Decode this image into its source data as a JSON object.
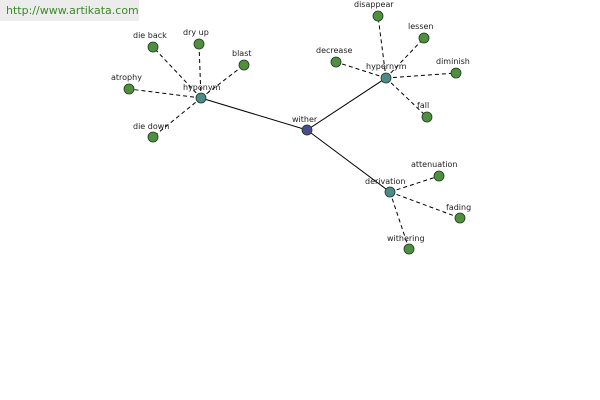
{
  "source": {
    "url": "http://www.artikata.com"
  },
  "graph": {
    "colors": {
      "edge": "#000000",
      "root_node": "#4b4b8f",
      "relation_node": "#4f8a8a",
      "leaf_node": "#4f8f3f",
      "node_stroke": "#1e3a1e"
    },
    "root": {
      "label": "wither"
    },
    "relations": [
      {
        "key": "hyponym",
        "label": "hyponym",
        "leaves": [
          "die back",
          "dry up",
          "blast",
          "atrophy",
          "die down"
        ]
      },
      {
        "key": "hypernym",
        "label": "hypernym",
        "leaves": [
          "disappear",
          "lessen",
          "decrease",
          "diminish",
          "fall"
        ]
      },
      {
        "key": "derivation",
        "label": "derivation",
        "leaves": [
          "attenuation",
          "fading",
          "withering"
        ]
      }
    ]
  }
}
